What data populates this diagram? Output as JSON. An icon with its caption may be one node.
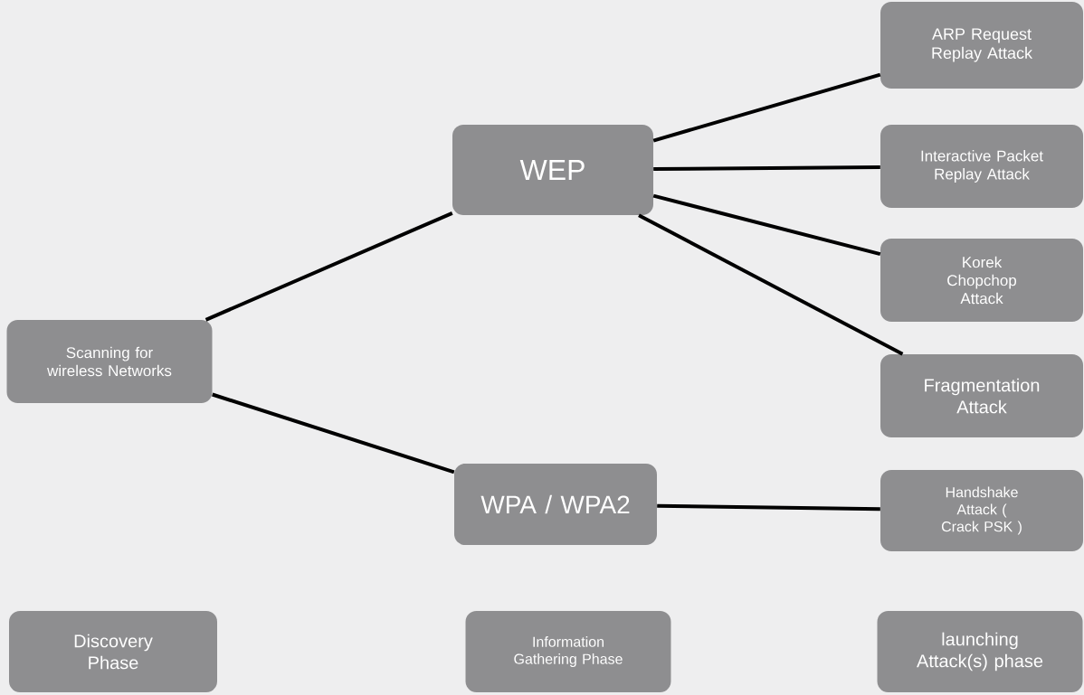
{
  "diagram": {
    "nodes": [
      {
        "text": [
          "Scanning for wireless Networks"
        ]
      },
      {
        "text": [
          "WEP"
        ]
      },
      {
        "text": [
          "WPA / WPA2"
        ]
      },
      {
        "text": [
          "ARP Request Replay Attack"
        ]
      },
      {
        "text": [
          "Interactive Packet Replay Attack"
        ]
      },
      {
        "text": [
          "Korek Chopchop Attack"
        ]
      },
      {
        "text": [
          "Fragmentation Attack"
        ]
      },
      {
        "text": [
          "Handshake Attack ( Crack PSK )"
        ]
      },
      {
        "text": [
          "Discovery Phase"
        ]
      },
      {
        "text": [
          "Information Gathering Phase"
        ]
      },
      {
        "text": [
          "launching Attack(s) phase"
        ]
      }
    ],
    "edges": [
      {
        "from": 0,
        "to": 1,
        "arrow": "none"
      },
      {
        "from": 0,
        "to": 2,
        "arrow": "none"
      },
      {
        "from": 1,
        "to": 3,
        "arrow": "none"
      },
      {
        "from": 1,
        "to": 4,
        "arrow": "none"
      },
      {
        "from": 1,
        "to": 5,
        "arrow": "none"
      },
      {
        "from": 1,
        "to": 6,
        "arrow": "none"
      },
      {
        "from": 2,
        "to": 7,
        "arrow": "none"
      }
    ]
  }
}
